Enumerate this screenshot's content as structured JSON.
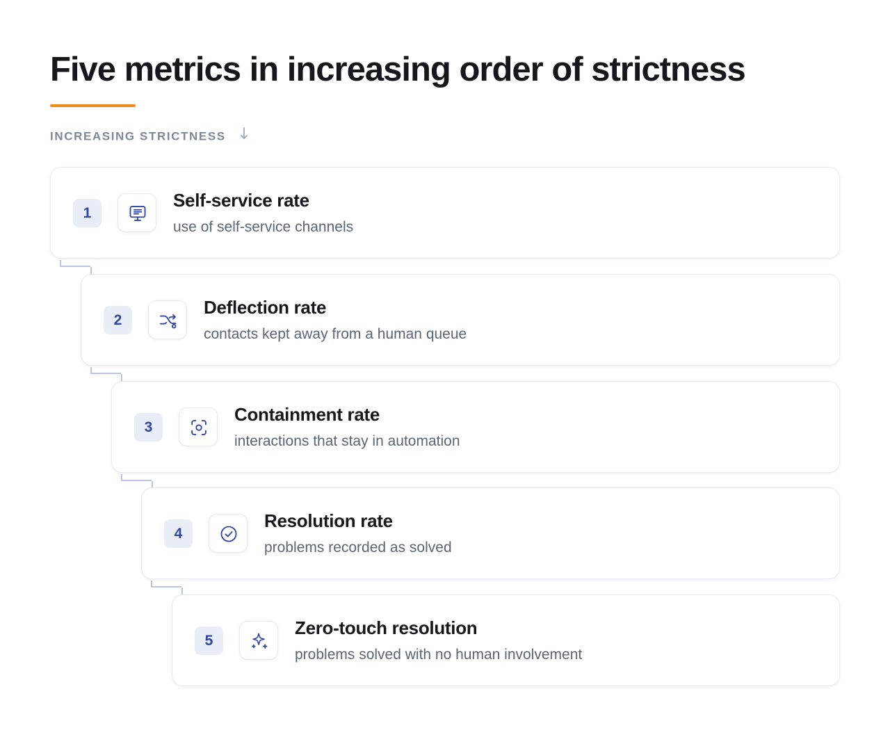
{
  "title": "Five metrics in increasing order of strictness",
  "axis_label": "INCREASING STRICTNESS",
  "colors": {
    "accent": "#f08c1a",
    "badge_bg": "#e9edf8",
    "icon": "#2f46a3",
    "connector": "#b9c4e6"
  },
  "steps": [
    {
      "number": "1",
      "title": "Self-service rate",
      "subtitle": "use of self-service channels",
      "icon": "monitor-icon"
    },
    {
      "number": "2",
      "title": "Deflection rate",
      "subtitle": "contacts kept away from a human queue",
      "icon": "shuffle-icon"
    },
    {
      "number": "3",
      "title": "Containment rate",
      "subtitle": "interactions that stay in automation",
      "icon": "focus-scan-icon"
    },
    {
      "number": "4",
      "title": "Resolution rate",
      "subtitle": "problems recorded as solved",
      "icon": "check-circle-icon"
    },
    {
      "number": "5",
      "title": "Zero-touch resolution",
      "subtitle": "problems solved with no human involvement",
      "icon": "sparkles-icon"
    }
  ]
}
